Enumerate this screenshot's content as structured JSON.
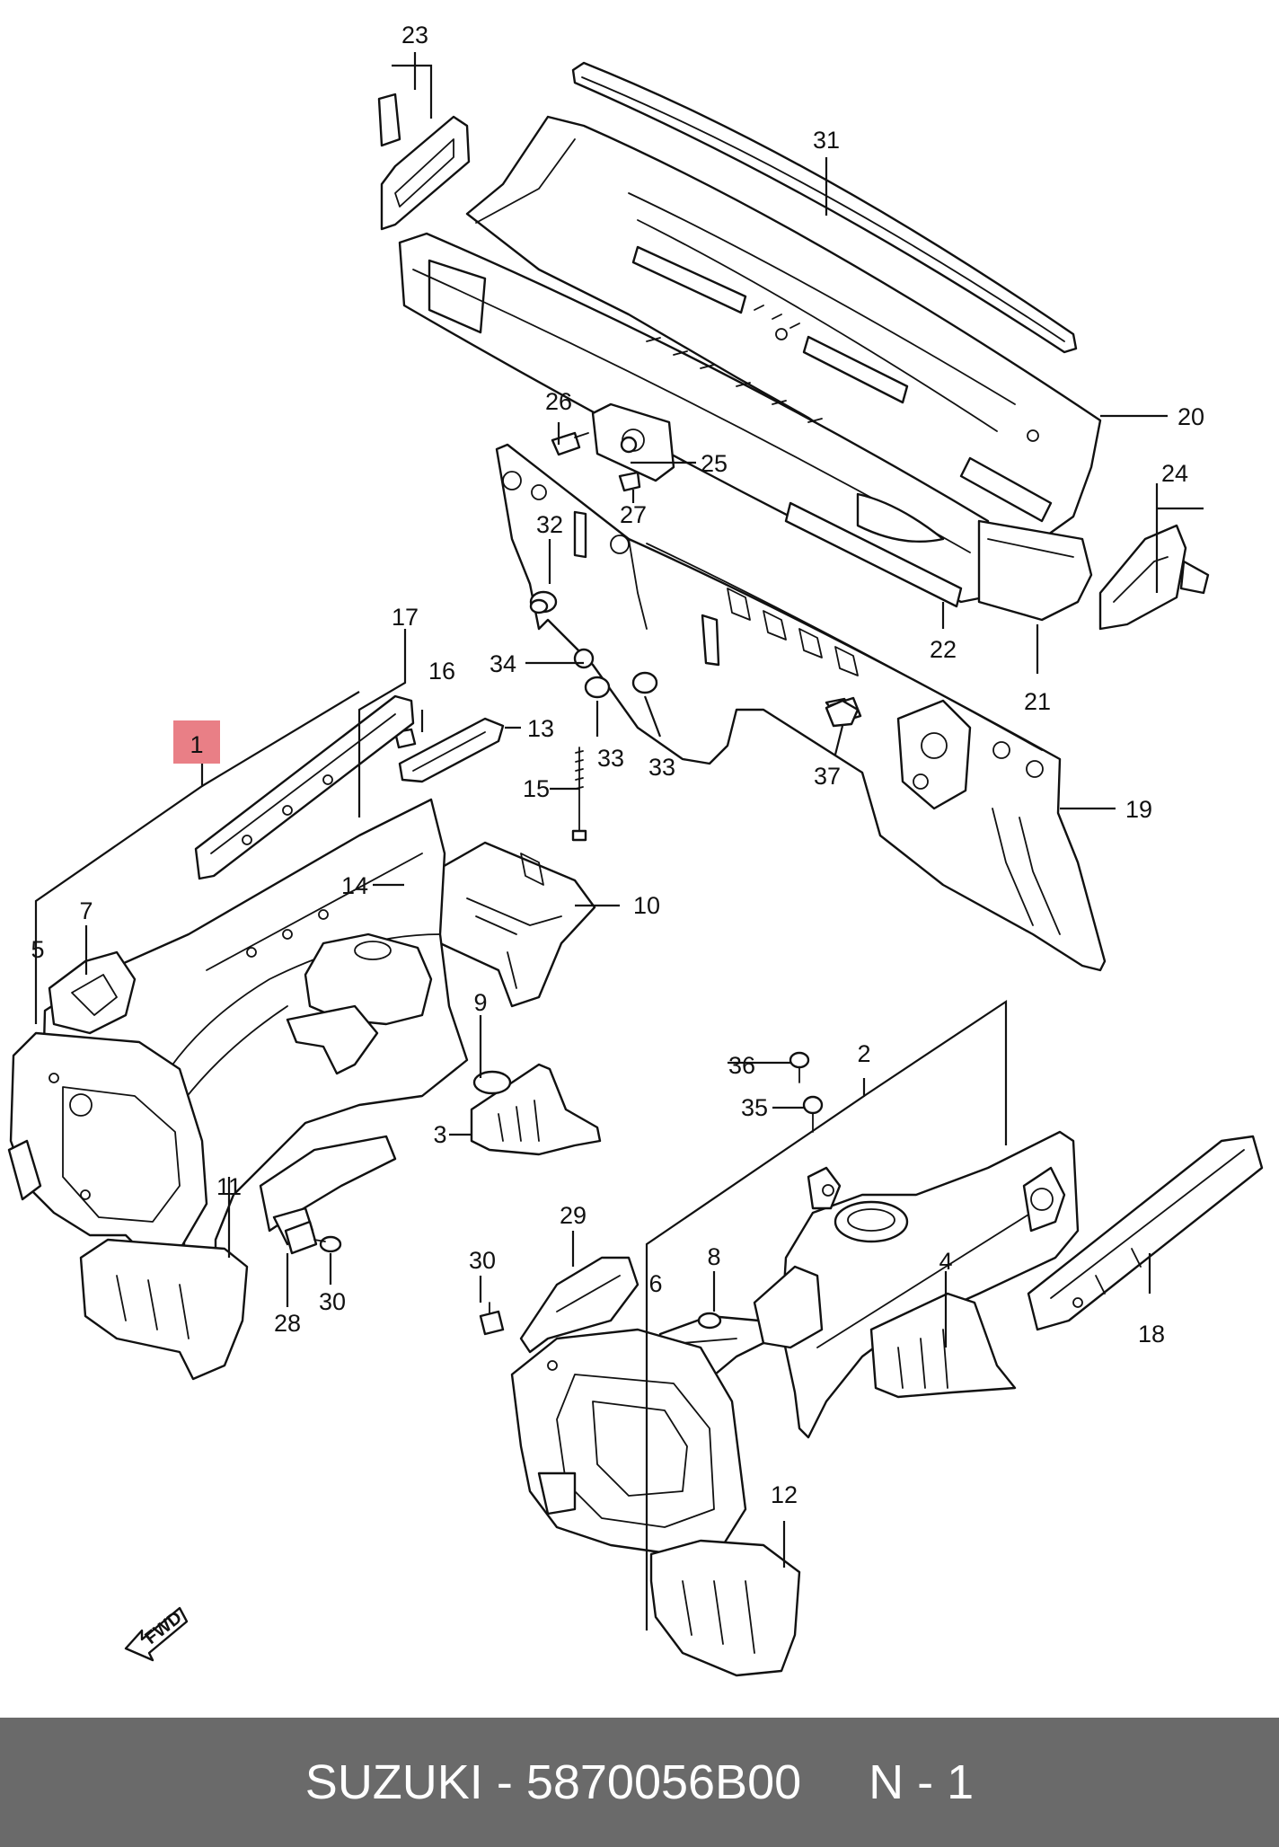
{
  "callouts": {
    "c1": "1",
    "c2": "2",
    "c3": "3",
    "c4": "4",
    "c5": "5",
    "c6": "6",
    "c7": "7",
    "c8": "8",
    "c9": "9",
    "c10": "10",
    "c11": "11",
    "c12": "12",
    "c13": "13",
    "c14": "14",
    "c15": "15",
    "c16": "16",
    "c17": "17",
    "c18": "18",
    "c19": "19",
    "c20": "20",
    "c21": "21",
    "c22": "22",
    "c23": "23",
    "c24": "24",
    "c25": "25",
    "c26": "26",
    "c27": "27",
    "c28": "28",
    "c29": "29",
    "c30a": "30",
    "c30b": "30",
    "c31": "31",
    "c32": "32",
    "c33a": "33",
    "c33b": "33",
    "c34": "34",
    "c35": "35",
    "c36": "36",
    "c37": "37"
  },
  "highlighted_callout": "1",
  "fwd_label": "FWD",
  "footer": {
    "brand": "SUZUKI",
    "separator": " - ",
    "part_number": "5870056B00",
    "gap": "     ",
    "code": "N - 1"
  },
  "colors": {
    "highlight": "#e97f86",
    "footer_background": "#6a6a6a",
    "footer_text": "#ffffff"
  }
}
